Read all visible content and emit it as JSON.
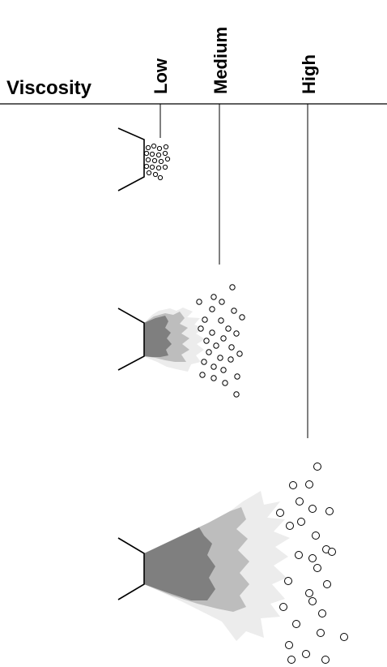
{
  "title": "Viscosity",
  "levels": [
    {
      "key": "low",
      "label": "Low"
    },
    {
      "key": "medium",
      "label": "Medium"
    },
    {
      "key": "high",
      "label": "High"
    }
  ],
  "colors": {
    "ink": "#000000",
    "spray_dark": "#7f7f7f",
    "spray_mid": "#bdbdbd",
    "spray_light": "#ececec",
    "background": "#ffffff"
  }
}
